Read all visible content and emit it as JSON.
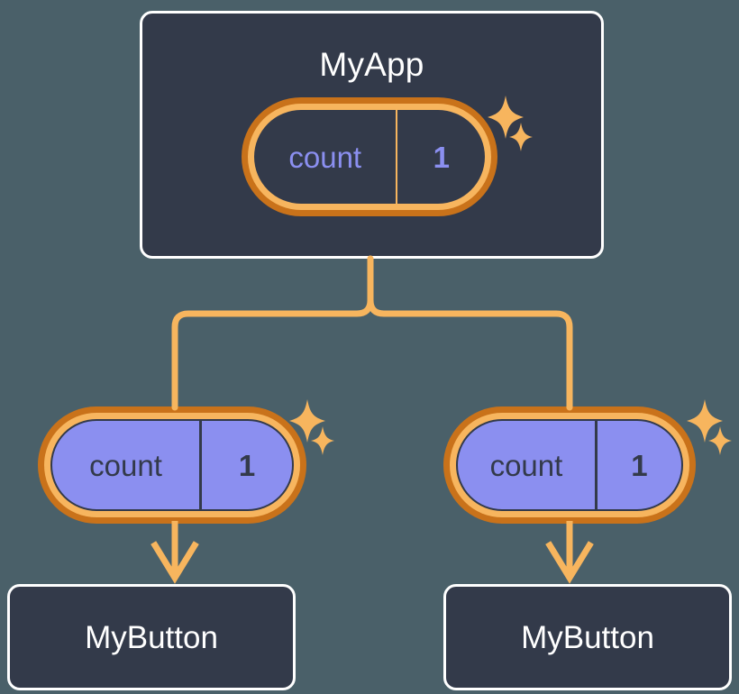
{
  "diagram": {
    "title_concept": "state propagation tree",
    "background_color": "#4a6069",
    "accent_color": "#f7b55e",
    "accent_dark_color": "#c9721a",
    "panel_color": "#333a4a",
    "state_fill_color": "#8b8ff0"
  },
  "root": {
    "name": "MyApp",
    "state": {
      "key": "count",
      "value": "1"
    }
  },
  "branches": [
    {
      "state": {
        "key": "count",
        "value": "1"
      },
      "child": {
        "name": "MyButton"
      }
    },
    {
      "state": {
        "key": "count",
        "value": "1"
      },
      "child": {
        "name": "MyButton"
      }
    }
  ],
  "icons": {
    "sparkle": "sparkle-icon",
    "arrow_down": "arrow-down-icon"
  }
}
